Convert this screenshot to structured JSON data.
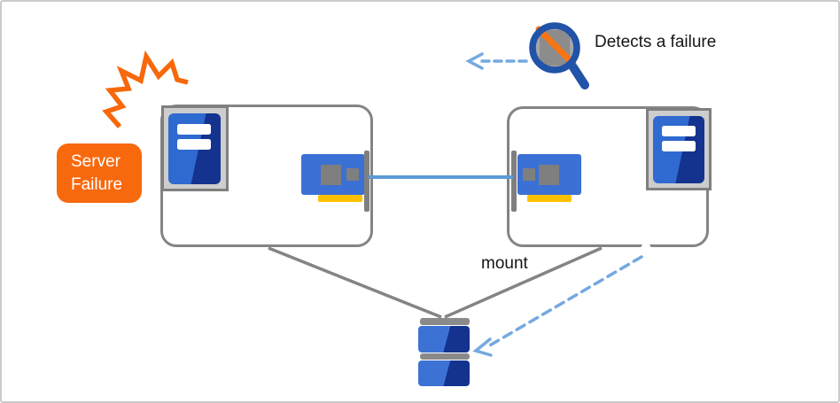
{
  "failure_label": {
    "line1": "Server",
    "line2": "Failure"
  },
  "annotations": {
    "detects_failure": "Detects a failure",
    "mount": "mount"
  },
  "icons": {
    "spark": "failure-spark-icon",
    "magnifier": "failure-detect-magnifier-icon",
    "server_tower": "server-tower-icon",
    "network_card": "network-card-icon",
    "shared_disk": "shared-disk-icon",
    "arrow_left": "dashed-arrow-left-icon",
    "arrow_to_disk": "dashed-arrow-to-disk-icon"
  },
  "colors": {
    "accent_orange": "#f8690d",
    "spark_orange": "#f7680a",
    "icon_blue": "#2f6ad0",
    "icon_blue_dark": "#14338f",
    "nic_blue": "#3b70d4",
    "magnifier_navy": "#2153a8",
    "link_blue": "#5b9bd5",
    "dashed_blue": "#74a9e0",
    "line_gray": "#848484",
    "connector_yellow": "#ffc000"
  }
}
